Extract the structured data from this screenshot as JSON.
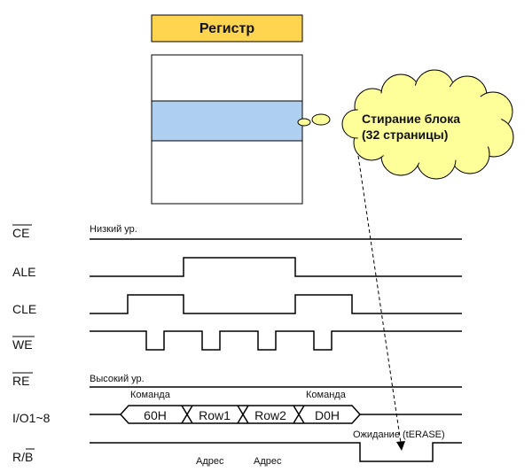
{
  "register": {
    "title": "Регистр",
    "title_fill": "#FFD54F",
    "block_fill": "#AFCFF1"
  },
  "callout": {
    "line1": "Стирание блока",
    "line2": "(32 страницы)",
    "fill": "#FFFF99"
  },
  "signals": {
    "ce": "CE",
    "ale": "ALE",
    "cle": "CLE",
    "we": "WE",
    "re": "RE",
    "io": "I/O1~8",
    "rb_r": "R/",
    "rb_b": "B"
  },
  "notes": {
    "ce_level": "Низкий ур.",
    "re_level": "Высокий ур.",
    "cmd1": "Команда",
    "cmd2": "Команда",
    "addr1": "Адрес",
    "addr2": "Адрес",
    "wait": "Ожидание (tERASE)"
  },
  "io_bus": [
    "60H",
    "Row1",
    "Row2",
    "D0H"
  ]
}
